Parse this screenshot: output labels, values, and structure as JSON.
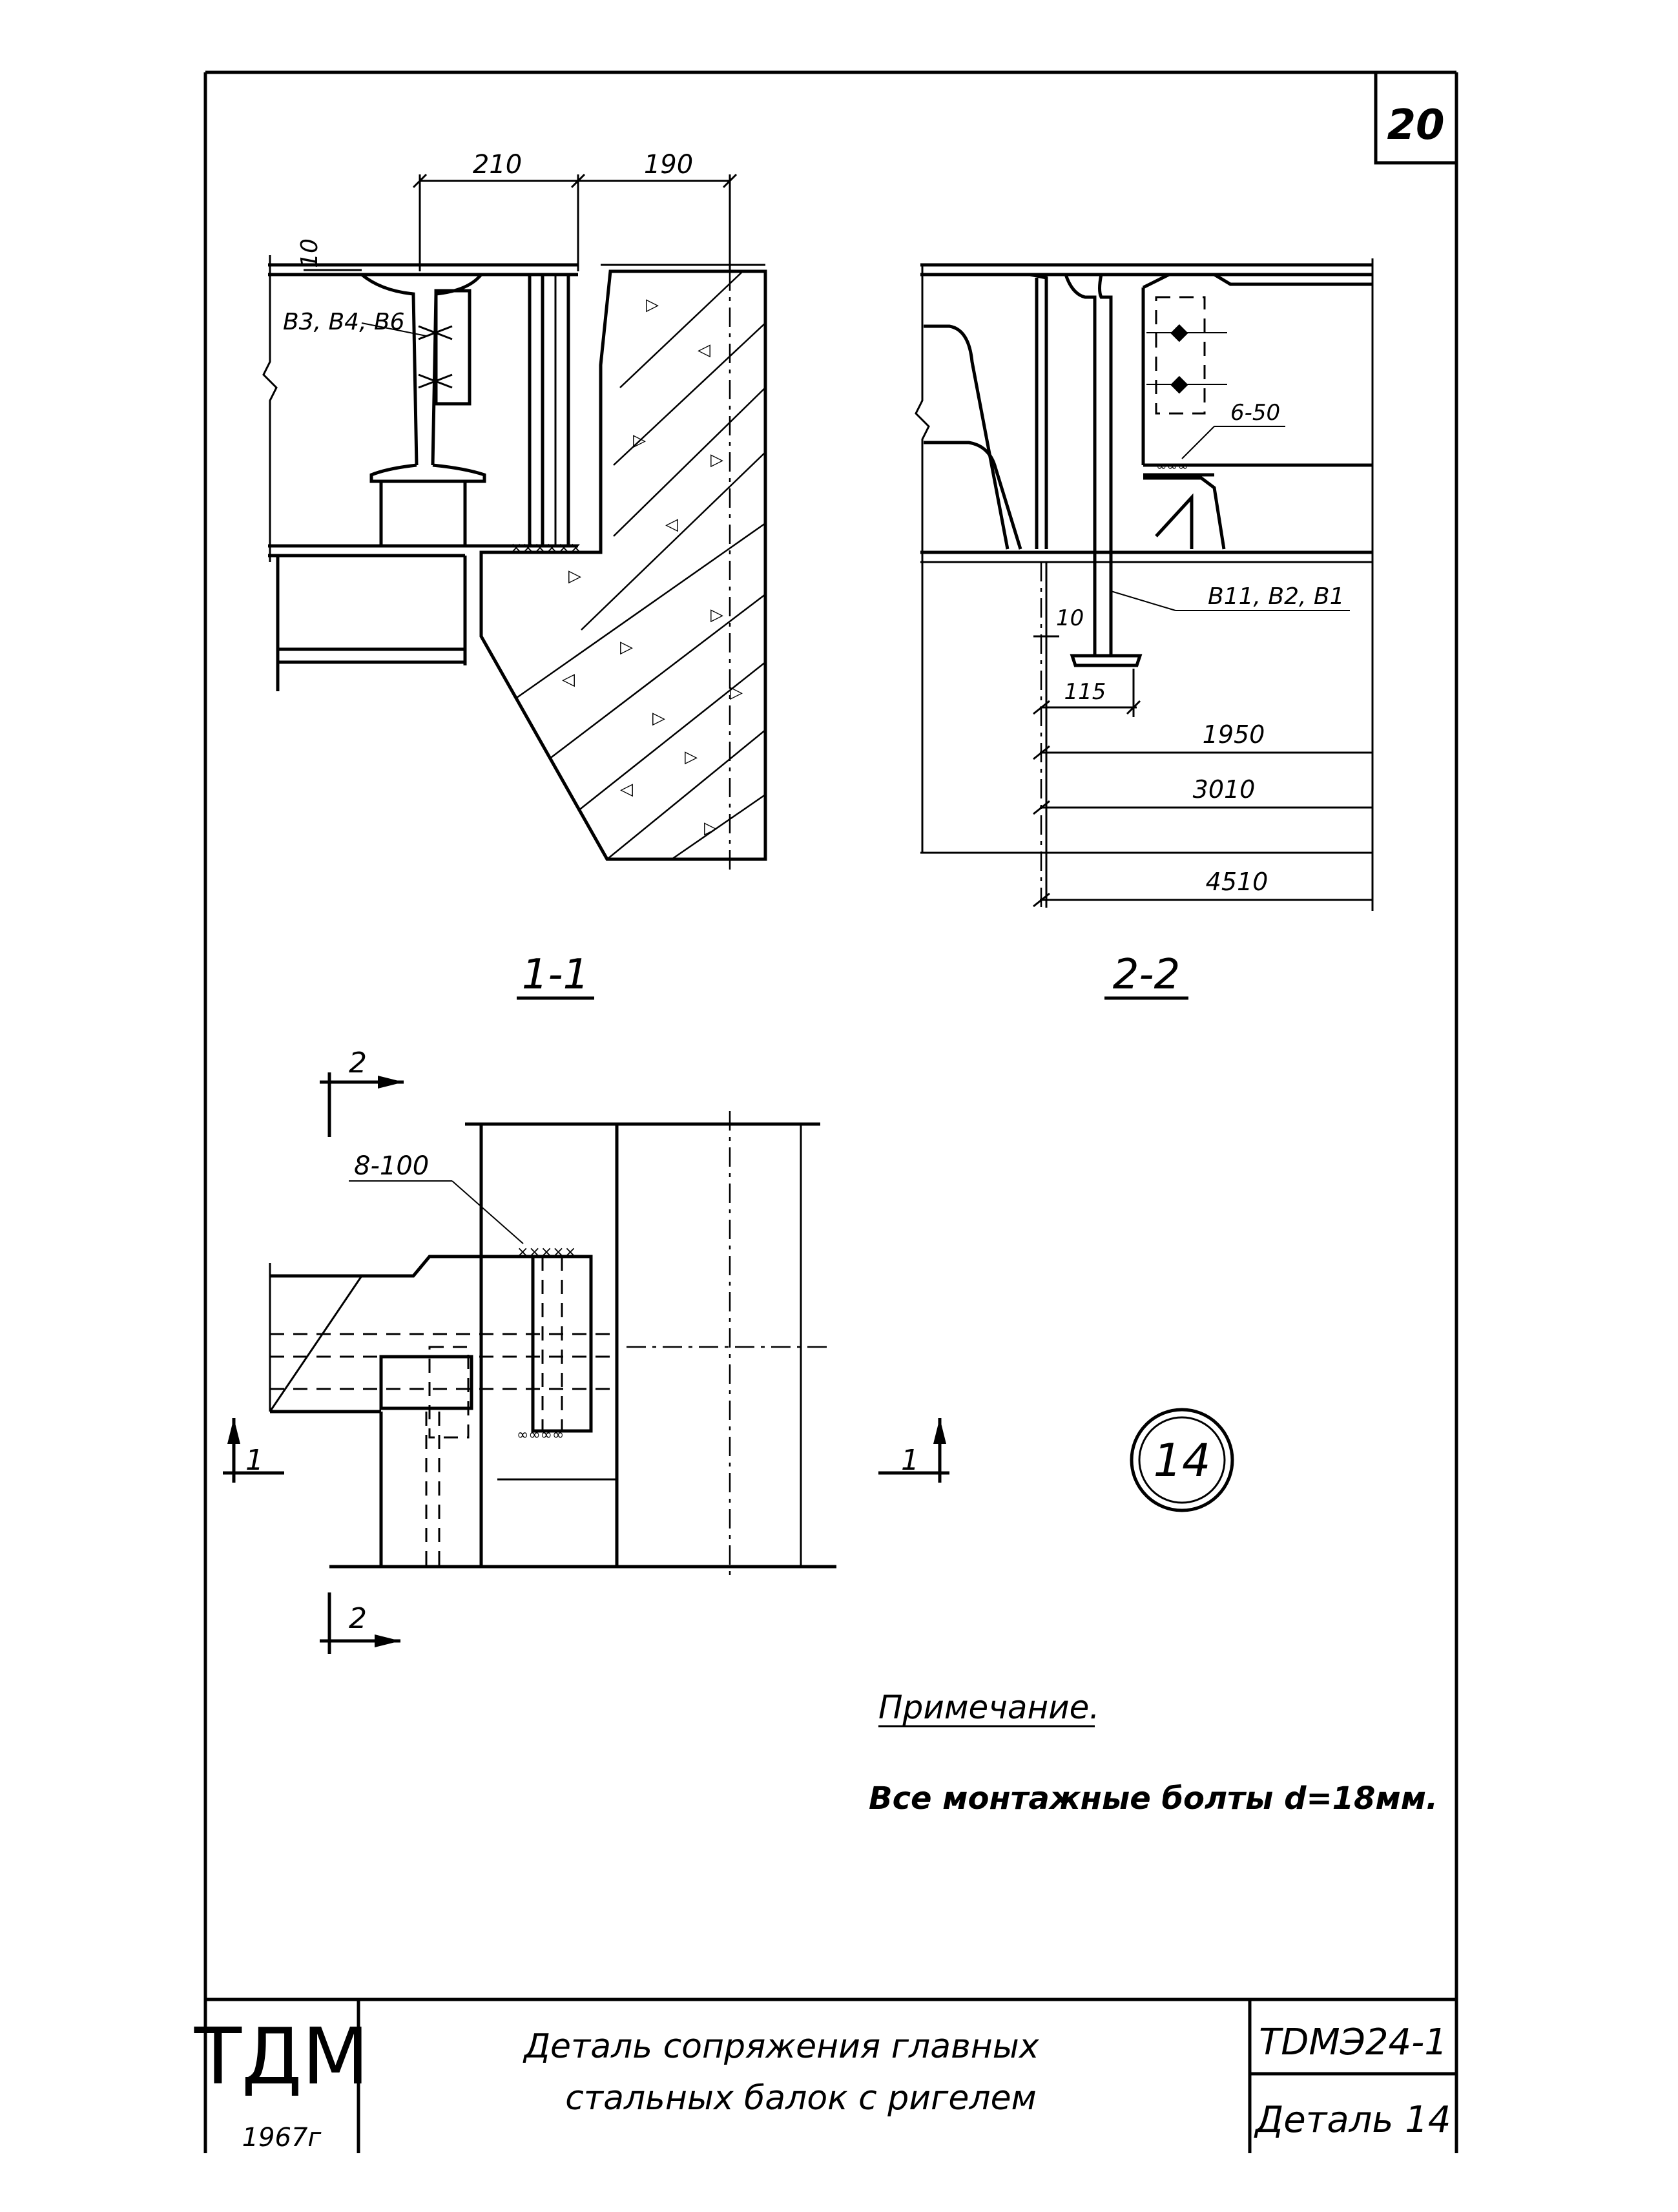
{
  "sheet": {
    "number": "20",
    "detail_circle": "14"
  },
  "section_1_1": {
    "label": "1-1",
    "dim_210": "210",
    "dim_190": "190",
    "dim_10": "10",
    "bolt_label": "В3, В4, В6"
  },
  "section_2_2": {
    "label": "2-2",
    "weld_label": "6-50",
    "bolt_label": "В11, В2, В1",
    "dim_10": "10",
    "dim_115": "115",
    "dim_1950": "1950",
    "dim_3010": "3010",
    "dim_4510": "4510"
  },
  "plan": {
    "weld_label": "8-100",
    "cut_2_top": "2",
    "cut_2_bottom": "2",
    "cut_1_left": "1",
    "cut_1_right": "1"
  },
  "note": {
    "heading": "Примечание.",
    "text": "Все монтажные болты d=18мм."
  },
  "title_block": {
    "org": "ТДМ",
    "year": "1967г",
    "title_line1": "Деталь сопряжения главных",
    "title_line2": "стальных балок с ригелем",
    "doc_code": "ТDМЭ24-1",
    "detail": "Деталь 14"
  }
}
